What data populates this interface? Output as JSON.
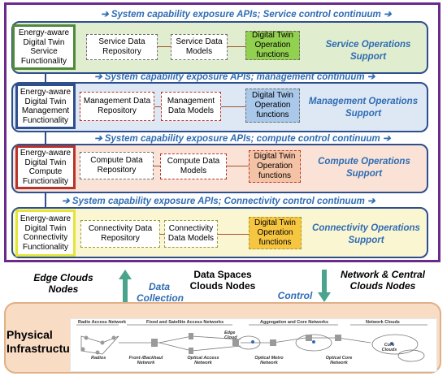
{
  "api_labels": {
    "service": "System capability exposure APIs; Service control continuum",
    "management": "System capability exposure APIs; management continuum",
    "compute": "System capability exposure APIs; compute control continuum",
    "connectivity": "System capability exposure APIs; Connectivity control continuum"
  },
  "layers": {
    "service": {
      "side": "Energy-aware Digital Twin Service Functionality",
      "repo": "Service Data Repository",
      "models": "Service Data Models",
      "op_functions": "Digital Twin Operation functions",
      "support": "Service Operations Support"
    },
    "management": {
      "side": "Energy-aware Digital Twin Management Functionality",
      "repo": "Management Data Repository",
      "models": "Management Data Models",
      "op_functions": "Digital Twin Operation functions",
      "support": "Management Operations Support"
    },
    "compute": {
      "side": "Energy-aware Digital Twin Compute Functionality",
      "repo": "Compute Data Repository",
      "models": "Compute Data Models",
      "op_functions": "Digital Twin Operation functions",
      "support": "Compute Operations Support"
    },
    "connectivity": {
      "side": "Energy-aware Digital Twin Connectivity Functionality",
      "repo": "Connectivity Data Repository",
      "models": "Connectivity Data Models",
      "op_functions": "Digital Twin Operation functions",
      "support": "Connectivity Operations Support"
    }
  },
  "middle": {
    "edge": "Edge Clouds Nodes",
    "data_collection": "Data Collection",
    "data_spaces": "Data Spaces Clouds Nodes",
    "control": "Control",
    "network_central": "Network & Central Clouds Nodes"
  },
  "physical": {
    "title": "Physical Infrastructure",
    "ran": "Radio Access Network",
    "fixed_sat": "Fixed and Satellite Access Networks",
    "agg_core": "Aggregation and Core Networks",
    "net_clouds": "Network Clouds",
    "edge_cloud": "Edge Cloud",
    "radios": "Radios",
    "fronthaul": "Front-/Backhaul Network",
    "opt_access": "Optical Access Network",
    "opt_metro": "Optical Metro Network",
    "opt_core": "Optical Core Network",
    "core_clouds": "Core Clouds"
  },
  "colors": {
    "frame": "#6a2a8c",
    "api_text": "#2f6cb4",
    "service_bg": "#e1edcf",
    "management_bg": "#dde8f4",
    "compute_bg": "#fae3d6",
    "connectivity_bg": "#fbf6d2",
    "physical_bg": "#f8dcc4"
  }
}
